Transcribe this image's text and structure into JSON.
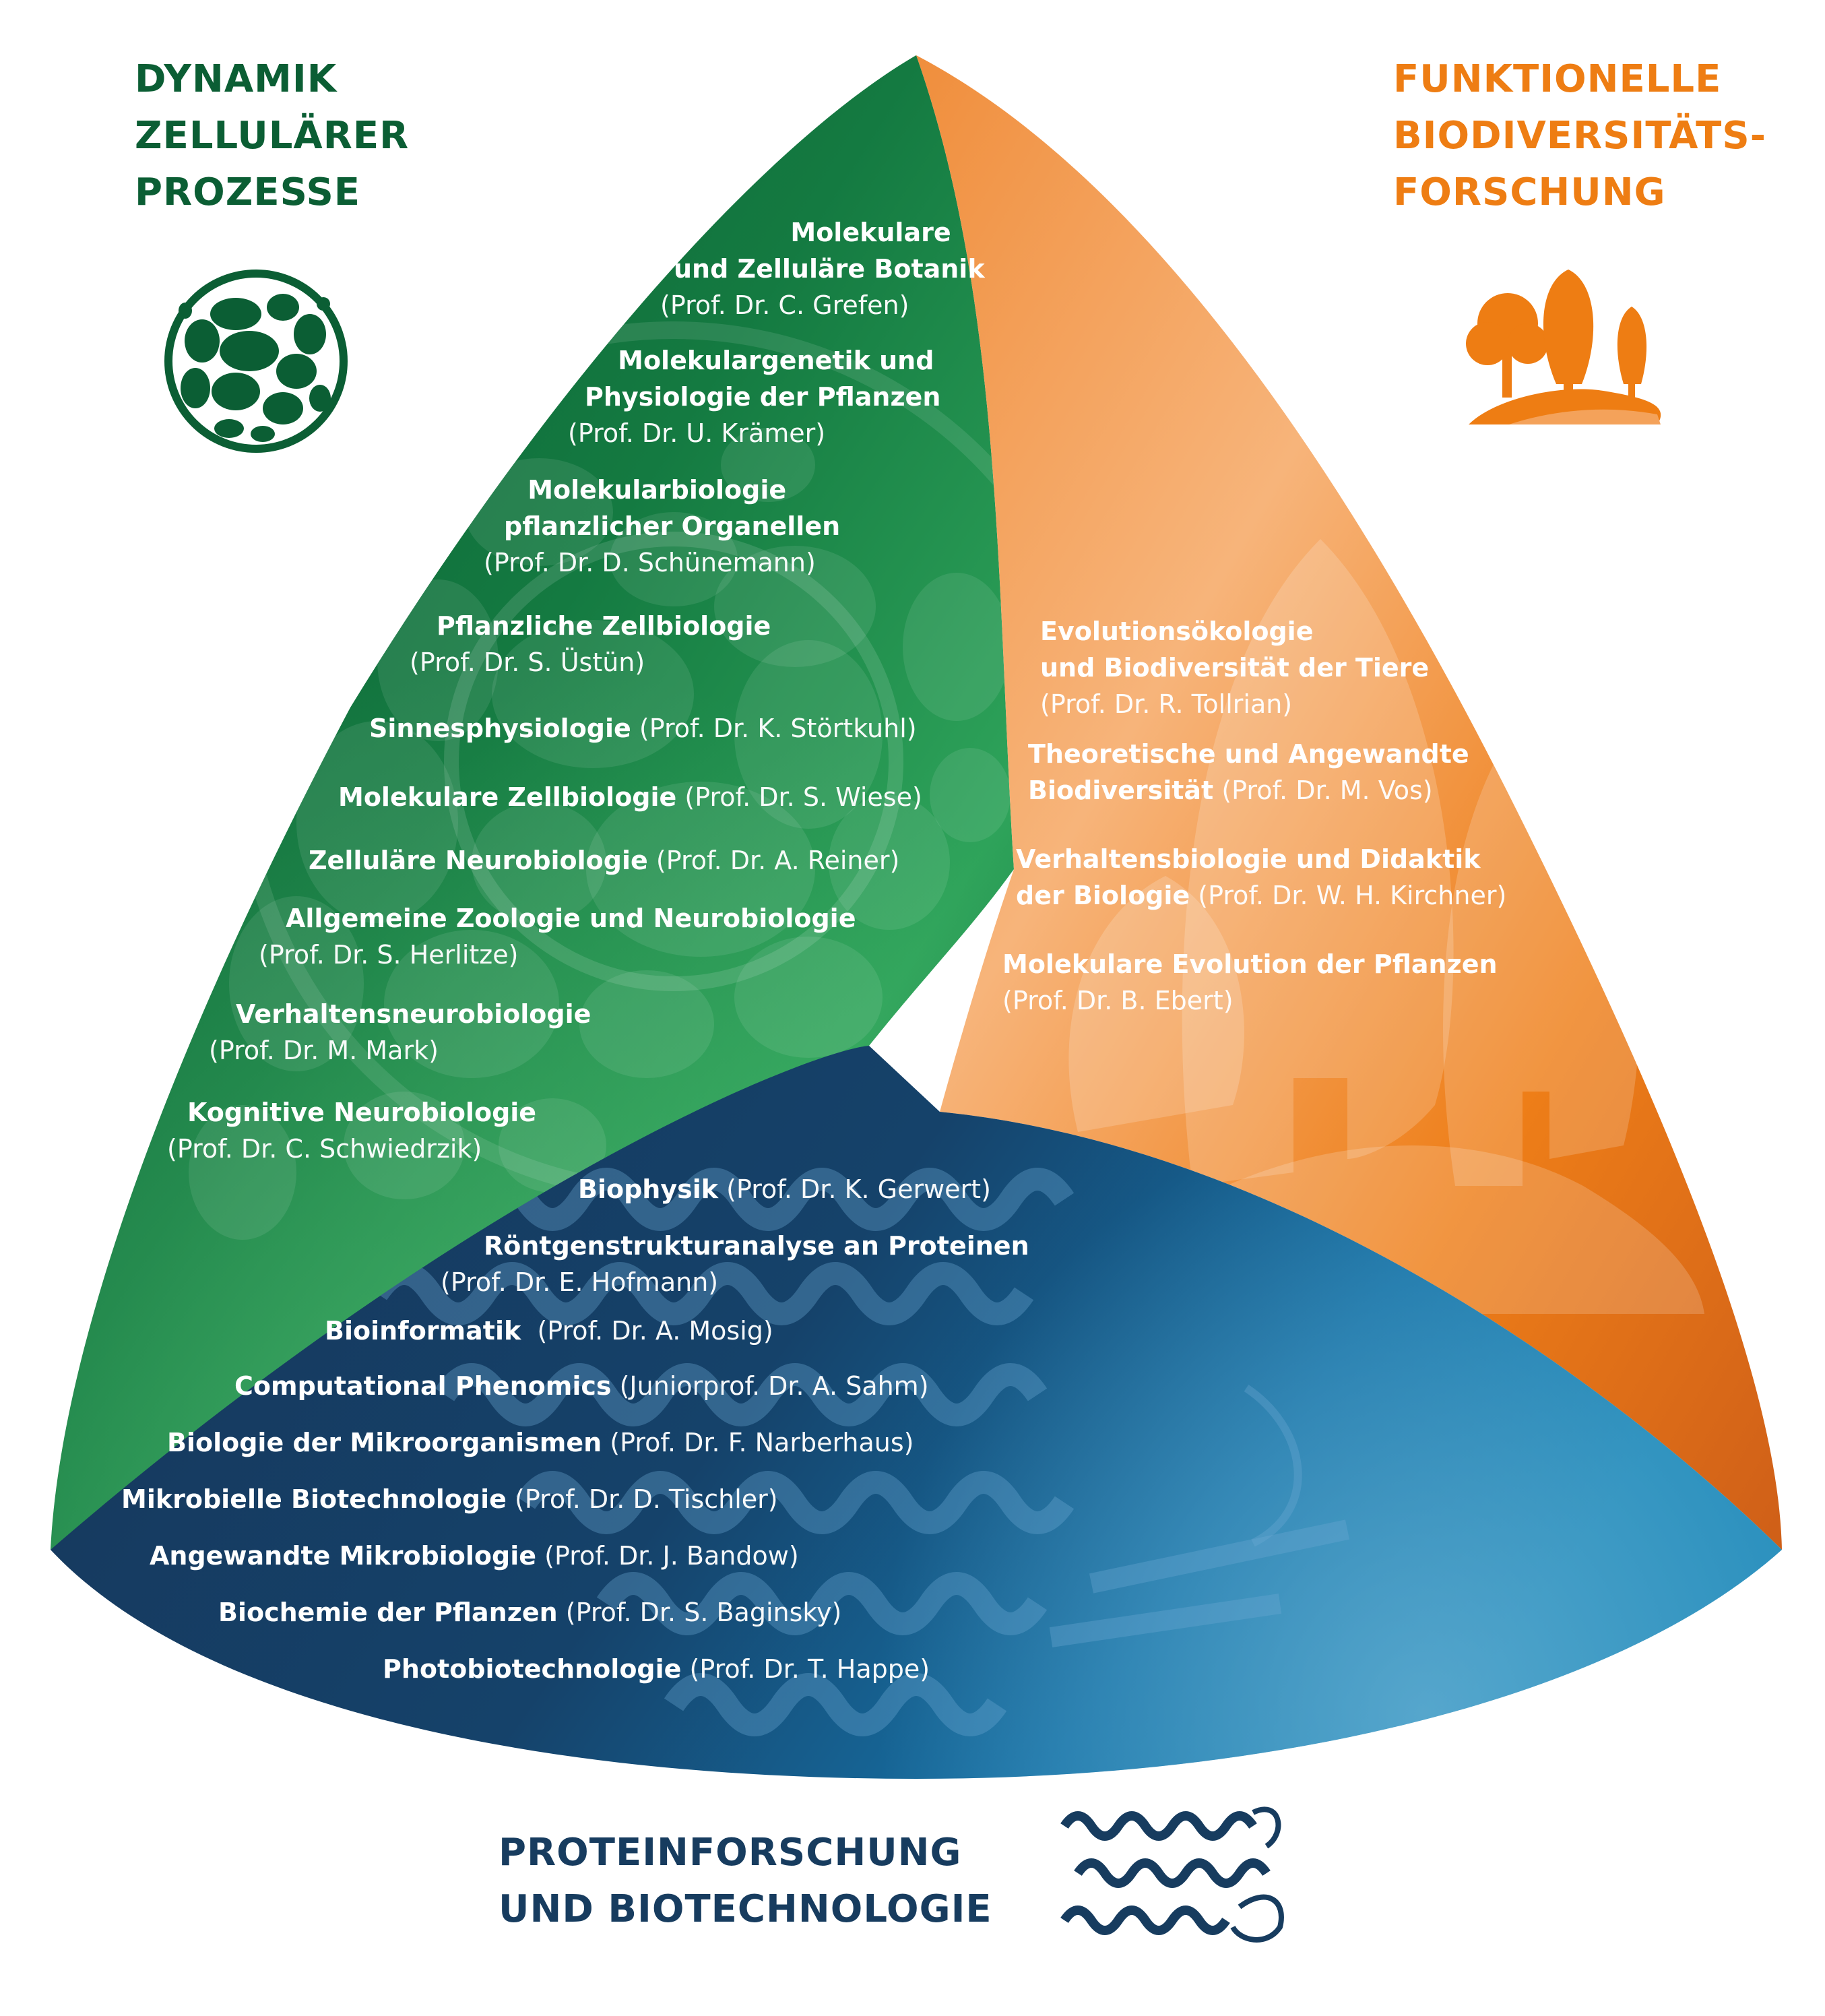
{
  "colors": {
    "green_dark": "#0b5e34",
    "green_light": "#3aad63",
    "orange": "#ee7d13",
    "orange_light": "#f6b06a",
    "navy": "#173c5f",
    "blue": "#1676a8",
    "text": "#ffffff"
  },
  "segments": {
    "green": {
      "title_lines": [
        "DYNAMIK",
        "ZELLULÄRER",
        "PROZESSE"
      ],
      "icon": "cell-vesicles-icon",
      "entries": [
        {
          "name_lines": [
            "Molekulare",
            "und Zelluläre Botanik"
          ],
          "prof": "(Prof. Dr. C. Grefen)"
        },
        {
          "name_lines": [
            "Molekulargenetik und",
            "Physiologie der Pflanzen"
          ],
          "prof": "(Prof. Dr. U. Krämer)"
        },
        {
          "name_lines": [
            "Molekularbiologie",
            "pflanzlicher Organellen"
          ],
          "prof": "(Prof. Dr. D. Schünemann)"
        },
        {
          "name_lines": [
            "Pflanzliche Zellbiologie"
          ],
          "prof": "(Prof. Dr. S. Üstün)"
        },
        {
          "name_lines": [
            "Sinnesphysiologie"
          ],
          "prof": "(Prof. Dr. K. Störtkuhl)"
        },
        {
          "name_lines": [
            "Molekulare Zellbiologie"
          ],
          "prof": "(Prof. Dr. S. Wiese)"
        },
        {
          "name_lines": [
            "Zelluläre Neurobiologie"
          ],
          "prof": "(Prof. Dr. A. Reiner)"
        },
        {
          "name_lines": [
            "Allgemeine Zoologie und Neurobiologie"
          ],
          "prof": "(Prof. Dr. S. Herlitze)"
        },
        {
          "name_lines": [
            "Verhaltensneurobiologie"
          ],
          "prof": "(Prof. Dr. M. Mark)"
        },
        {
          "name_lines": [
            "Kognitive Neurobiologie"
          ],
          "prof": "(Prof. Dr. C. Schwiedrzik)"
        }
      ]
    },
    "orange": {
      "title_lines": [
        "FUNKTIONELLE",
        "BIODIVERSITÄTS-",
        "FORSCHUNG"
      ],
      "icon": "trees-landscape-icon",
      "entries": [
        {
          "name_lines": [
            "Evolutionsökologie",
            "und Biodiversität der Tiere"
          ],
          "prof": "(Prof. Dr. R. Tollrian)"
        },
        {
          "name_lines": [
            "Theoretische und Angewandte",
            "Biodiversität"
          ],
          "prof": "(Prof. Dr. M. Vos)"
        },
        {
          "name_lines": [
            "Verhaltensbiologie und Didaktik",
            "der Biologie"
          ],
          "prof": "(Prof. Dr. W. H. Kirchner)"
        },
        {
          "name_lines": [
            "Molekulare Evolution der Pflanzen"
          ],
          "prof": "(Prof. Dr. B. Ebert)"
        }
      ]
    },
    "blue": {
      "title_lines": [
        "PROTEINFORSCHUNG",
        "UND BIOTECHNOLOGIE"
      ],
      "icon": "protein-helix-icon",
      "entries": [
        {
          "name_lines": [
            "Biophysik"
          ],
          "prof": "(Prof. Dr. K. Gerwert)"
        },
        {
          "name_lines": [
            "Röntgenstrukturanalyse an Proteinen"
          ],
          "prof": "(Prof. Dr. E. Hofmann)"
        },
        {
          "name_lines": [
            "Bioinformatik"
          ],
          "prof": "(Prof. Dr. A. Mosig)"
        },
        {
          "name_lines": [
            "Computational Phenomics"
          ],
          "prof": "(Juniorprof. Dr. A. Sahm)"
        },
        {
          "name_lines": [
            "Biologie der Mikroorganismen"
          ],
          "prof": "(Prof. Dr. F. Narberhaus)"
        },
        {
          "name_lines": [
            "Mikrobielle Biotechnologie"
          ],
          "prof": "(Prof. Dr. D. Tischler)"
        },
        {
          "name_lines": [
            "Angewandte Mikrobiologie"
          ],
          "prof": "(Prof. Dr. J. Bandow)"
        },
        {
          "name_lines": [
            "Biochemie der Pflanzen"
          ],
          "prof": "(Prof. Dr. S. Baginsky)"
        },
        {
          "name_lines": [
            "Photobiotechnologie"
          ],
          "prof": "(Prof. Dr. T. Happe)"
        }
      ]
    }
  }
}
